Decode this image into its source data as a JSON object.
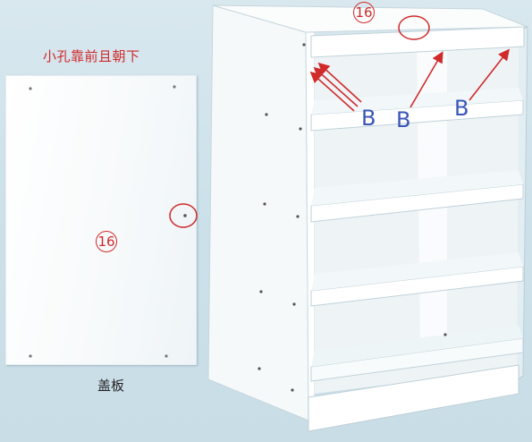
{
  "panel": {
    "note": "小孔靠前且朝下",
    "number": "16",
    "caption": "盖板"
  },
  "cabinet": {
    "number": "16",
    "arrow_labels": [
      "B",
      "B",
      "B"
    ]
  },
  "colors": {
    "annotation_red": "#d02a2a",
    "label_blue": "#3a56b8",
    "background": "#d2e4ec"
  }
}
